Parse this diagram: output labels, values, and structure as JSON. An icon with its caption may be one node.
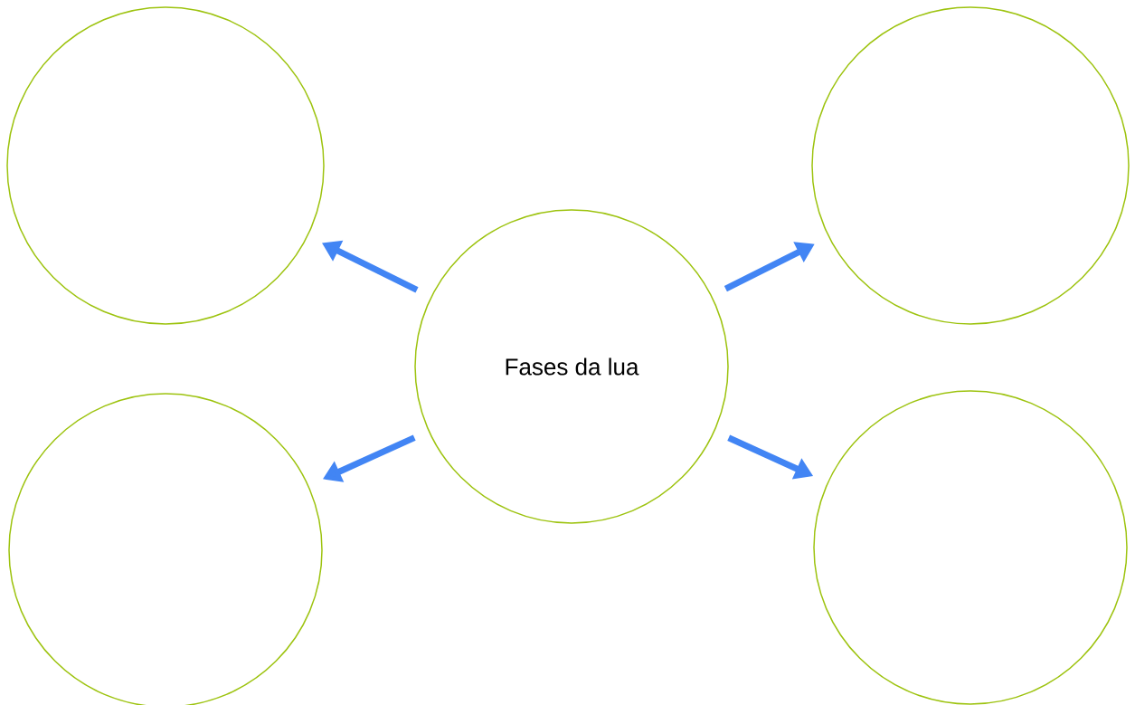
{
  "diagram": {
    "nodes": [
      {
        "text": [],
        "shape": "circle"
      },
      {
        "text": [],
        "shape": "circle"
      },
      {
        "text": [
          "Fases da lua"
        ]
      },
      {
        "text": [],
        "shape": "circle"
      },
      {
        "text": [],
        "shape": "circle"
      }
    ],
    "edges": [
      {
        "from": 2,
        "to": 0,
        "arrow": "to"
      },
      {
        "from": 2,
        "to": 1,
        "arrow": "to"
      },
      {
        "from": 2,
        "to": 3,
        "arrow": "to"
      },
      {
        "from": 2,
        "to": 4,
        "arrow": "to"
      }
    ]
  }
}
